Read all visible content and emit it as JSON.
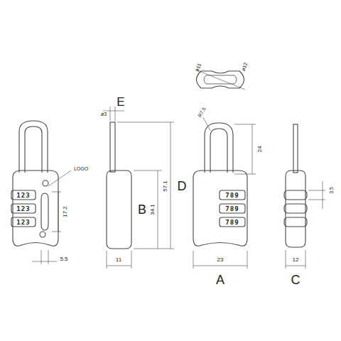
{
  "diagram": {
    "labels": [
      "ø11",
      "ø12",
      "E",
      "ø3",
      "R7.5",
      "24",
      "57.1",
      "D",
      "LOGO",
      "17.2",
      "B",
      "34.1",
      "3.5",
      "5.5",
      "11",
      "23",
      "12",
      "A",
      "C",
      "789",
      "789",
      "789",
      "123",
      "123",
      "123"
    ]
  }
}
